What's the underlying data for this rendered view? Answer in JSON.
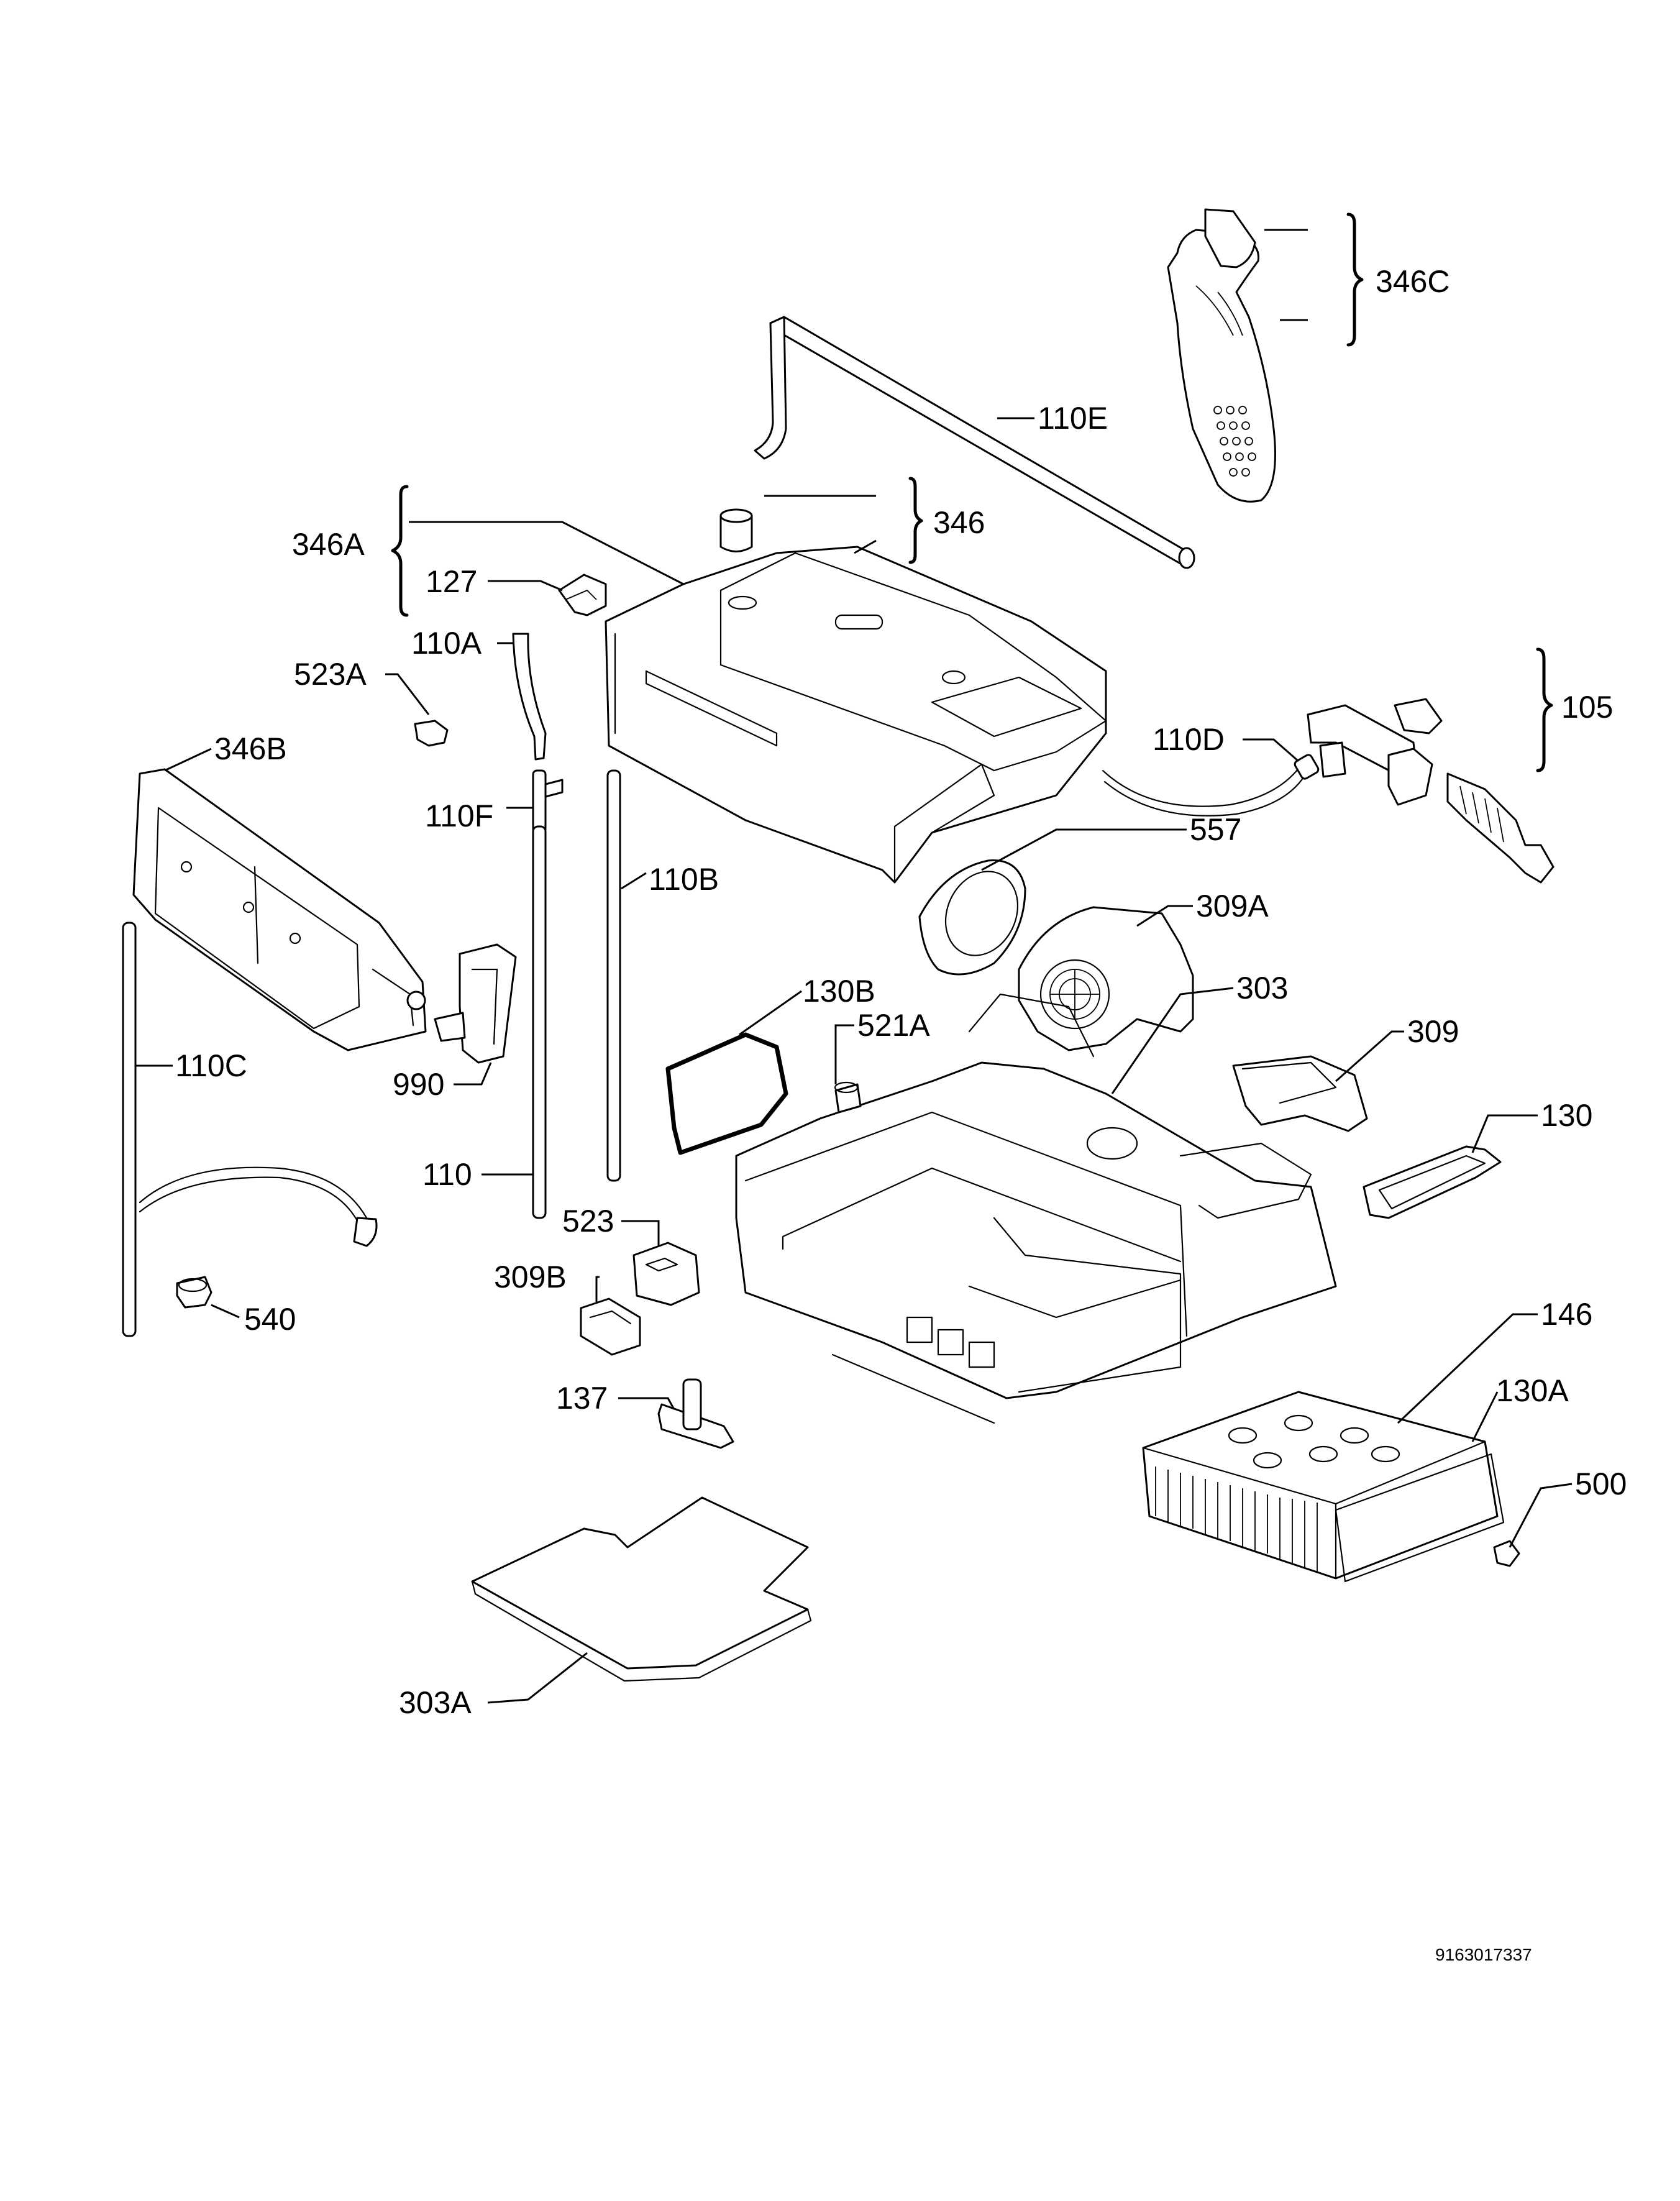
{
  "labels": {
    "l346C": "346C",
    "l110E": "110E",
    "l346": "346",
    "l346A": "346A",
    "l127": "127",
    "l110A": "110A",
    "l523A": "523A",
    "l346B": "346B",
    "l110F": "110F",
    "l110B": "110B",
    "l110D": "110D",
    "l105": "105",
    "l557": "557",
    "l309A": "309A",
    "l303": "303",
    "l130B": "130B",
    "l521A": "521A",
    "l309": "309",
    "l110C": "110C",
    "l990": "990",
    "l130": "130",
    "l110": "110",
    "l523": "523",
    "l309B": "309B",
    "l540": "540",
    "l146": "146",
    "l137": "137",
    "l130A": "130A",
    "l500": "500",
    "l303A": "303A"
  },
  "document_number": "9163017337",
  "colors": {
    "line": "#000000",
    "background": "#ffffff"
  }
}
